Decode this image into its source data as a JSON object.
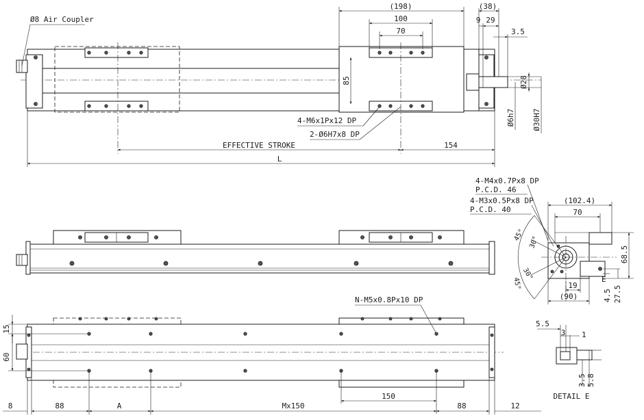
{
  "top_view": {
    "air_coupler": "Ø8 Air Coupler",
    "dim_198": "(198)",
    "dim_100": "100",
    "dim_70": "70",
    "dim_38": "(38)",
    "dim_9": "9",
    "dim_29": "29",
    "dim_3_5": "3.5",
    "dim_85": "85",
    "dim_28": "Ø28",
    "dim_6h7": "Ø6h7",
    "dim_30h7": "Ø30H7",
    "note_tap": "4-M6x1Px12 DP",
    "note_pin": "2-Ø6H7x8 DP",
    "effective_stroke": "EFFECTIVE STROKE",
    "dim_154": "154",
    "dim_L": "L"
  },
  "end_view": {
    "note_m4": "4-M4x0.7Px8 DP",
    "pcd_46": "P.C.D. 46",
    "note_m3": "4-M3x0.5Px8 DP",
    "pcd_40": "P.C.D. 40",
    "dim_102_4": "(102.4)",
    "dim_70": "70",
    "angle_45": "45°",
    "angle_30a": "30°",
    "angle_30b": "30°",
    "angle_45b": "45°",
    "dim_68_5": "68.5",
    "dim_19": "19",
    "dim_90": "(90)",
    "dim_4_5": "4.5",
    "dim_27_5": "27.5",
    "label_e": "E"
  },
  "bottom_view": {
    "note_tap": "N-M5x0.8Px10 DP",
    "dim_15": "15",
    "dim_60": "60",
    "dim_150": "150",
    "dim_8": "8",
    "dim_88a": "88",
    "dim_A": "A",
    "dim_Mx150": "Mx150",
    "dim_88b": "88",
    "dim_12": "12"
  },
  "detail": {
    "title": "DETAIL E",
    "dim_5_5": "5.5",
    "dim_3": "3",
    "dim_1": "1",
    "dim_3_5": "3.5",
    "dim_5_8": "5.8"
  }
}
